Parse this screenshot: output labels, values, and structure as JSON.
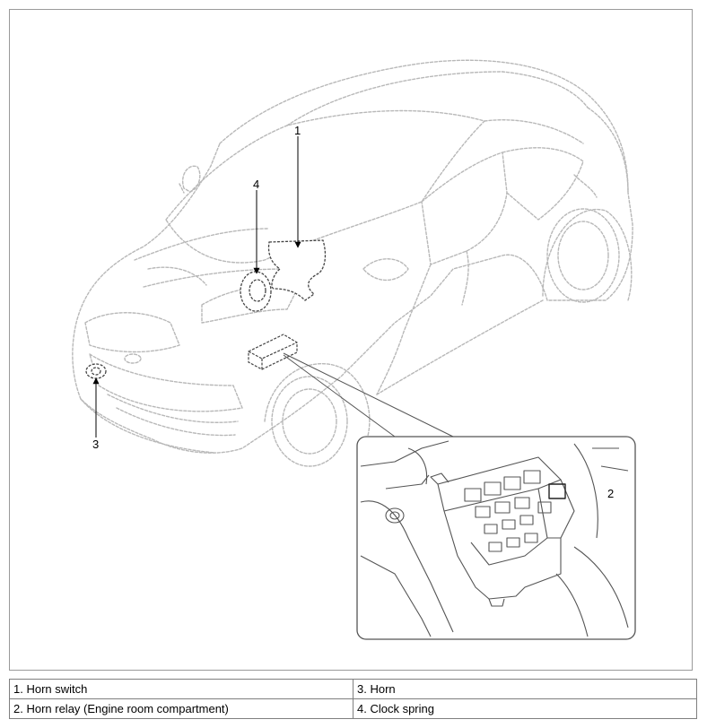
{
  "callouts": {
    "c1": "1",
    "c2": "2",
    "c3": "3",
    "c4": "4"
  },
  "legend": {
    "rows": [
      [
        "1. Horn switch",
        "3. Horn"
      ],
      [
        "2. Horn relay (Engine room compartment)",
        "4. Clock spring"
      ]
    ]
  },
  "colors": {
    "car_outline": "#b8b8b8",
    "part_outline": "#444444",
    "frame_border": "#9a9a9a"
  }
}
